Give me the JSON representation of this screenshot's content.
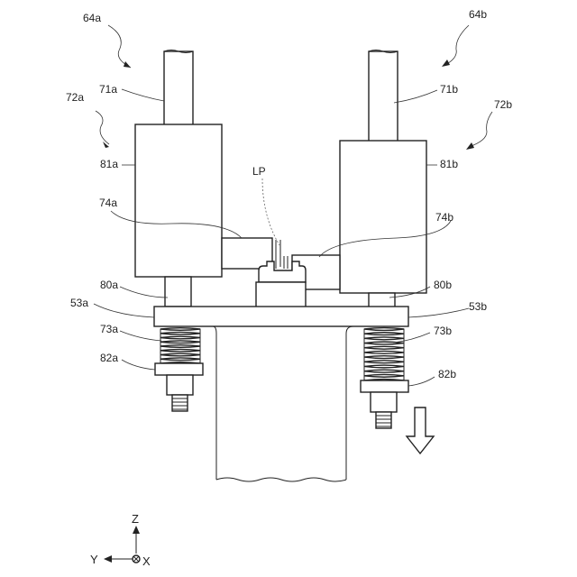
{
  "labels": {
    "64a": "64a",
    "64b": "64b",
    "71a": "71a",
    "71b": "71b",
    "72a": "72a",
    "72b": "72b",
    "81a": "81a",
    "81b": "81b",
    "LP": "LP",
    "74a": "74a",
    "74b": "74b",
    "80a": "80a",
    "80b": "80b",
    "53a": "53a",
    "53b": "53b",
    "73a": "73a",
    "73b": "73b",
    "82a": "82a",
    "82b": "82b"
  },
  "axes": {
    "z": "Z",
    "y": "Y",
    "x": "X"
  },
  "colors": {
    "line": "#222222",
    "background": "#ffffff"
  }
}
